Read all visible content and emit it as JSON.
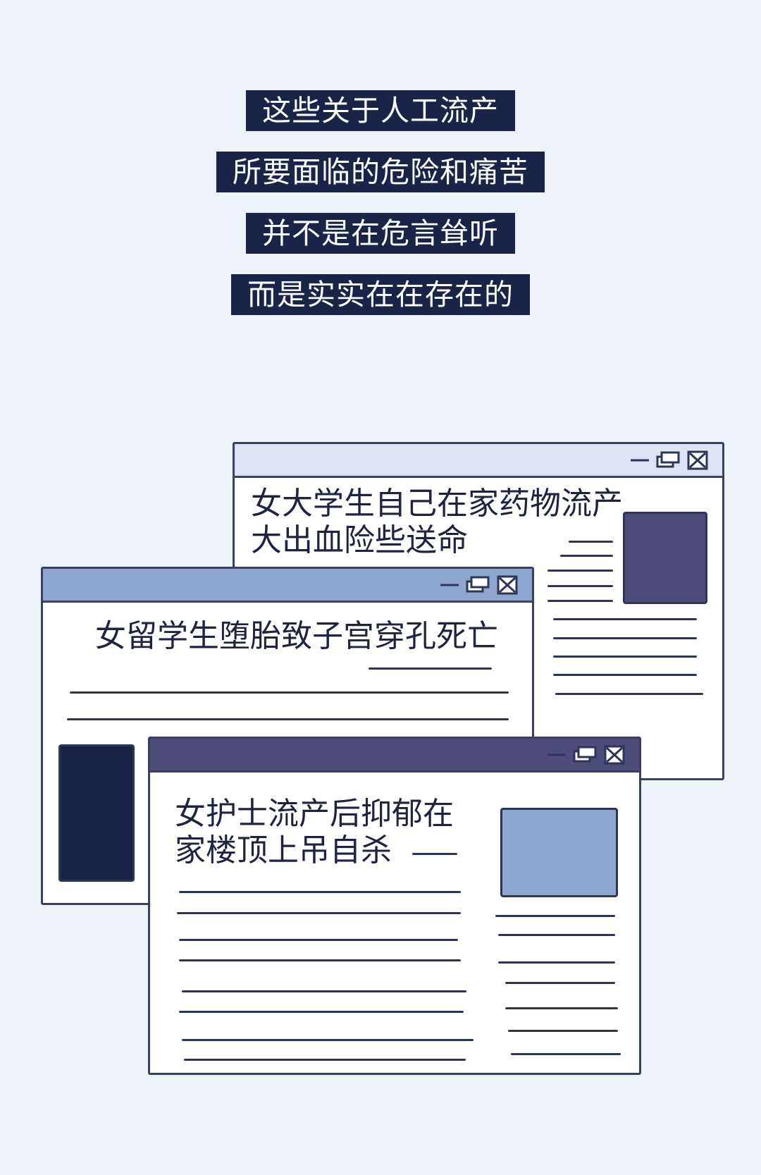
{
  "caption": {
    "lines": [
      "这些关于人工流产",
      "所要面临的危险和痛苦",
      "并不是在危言耸听",
      "而是实实在在存在的"
    ]
  },
  "windows": {
    "back": {
      "headline_line1": "女大学生自己在家药物流产",
      "headline_line2": "大出血险些送命",
      "titlebar_color": "#DDE3F5",
      "thumb_color": "#4E4C78",
      "controls_icons": [
        "minimize-icon",
        "restore-icon",
        "close-icon"
      ]
    },
    "middle": {
      "headline": "女留学生堕胎致子宫穿孔死亡",
      "titlebar_color": "#8FA6CF",
      "thumb_color": "#1A2448",
      "controls_icons": [
        "minimize-icon",
        "restore-icon",
        "close-icon"
      ]
    },
    "front": {
      "headline_line1": "女护士流产后抑郁在",
      "headline_line2": "家楼顶上吊自杀",
      "titlebar_color": "#4E4C78",
      "thumb_color": "#8FA6CF",
      "controls_icons": [
        "minimize-icon",
        "restore-icon",
        "close-icon"
      ]
    }
  },
  "colors": {
    "background": "#EEF2F9",
    "caption_bg": "#1A2448",
    "caption_text": "#FFFFFF",
    "outline": "#3A4064"
  }
}
